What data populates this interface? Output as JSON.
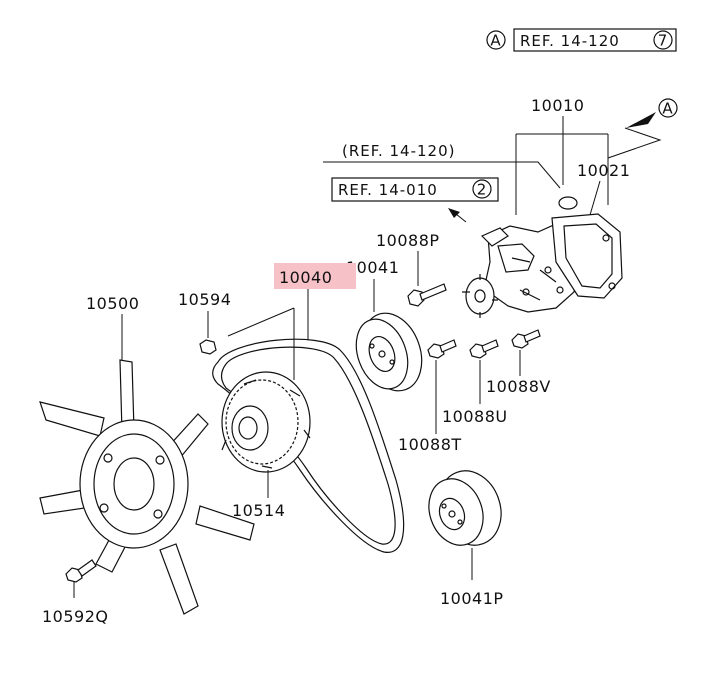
{
  "refs": {
    "a_marker": "A",
    "ref_14_120_circ": "REF. 14-120",
    "ref_14_120_circ_num": "7",
    "ref_14_120_paren": "(REF. 14-120)",
    "ref_14_010": "REF. 14-010",
    "ref_14_010_num": "2",
    "arrow_marker": "A"
  },
  "parts": {
    "p10010": "10010",
    "p10021": "10021",
    "p10088P": "10088P",
    "p10041": "10041",
    "p10040": "10040",
    "p10594": "10594",
    "p10500": "10500",
    "p10514": "10514",
    "p10088V": "10088V",
    "p10088U": "10088U",
    "p10088T": "10088T",
    "p10041P": "10041P",
    "p10592Q": "10592Q"
  },
  "colors": {
    "highlight": "#f7c1c8",
    "ink": "#111111"
  }
}
